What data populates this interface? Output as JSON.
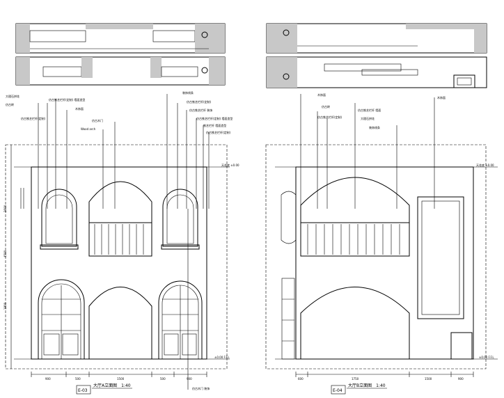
{
  "left_elevation": {
    "title": "大厅A立面图　1:40",
    "tag": "E-03",
    "level_top": "天花底 ±0.00",
    "level_bottom": "±0.00 F.F.L",
    "dims_bottom": [
      "900",
      "500",
      "1500",
      "500",
      "900"
    ],
    "dims_side": [
      "2600",
      "4500",
      "1800"
    ],
    "notes": [
      "大理石拼花",
      "仿古砖",
      "仿古铁艺栏杆(定制)",
      "仿古铁艺栏杆(定制) 墙面造型",
      "木饰面",
      "仿古木门",
      "Wood arch",
      "装饰线条",
      "仿古铁艺栏杆(定制)",
      "仿古铁艺栏杆 装饰",
      "仿古铁艺栏杆(定制) 墙面造型",
      "铁艺栏杆 墙面造型",
      "仿古铁艺栏杆(定制)",
      "仿古木门 装饰"
    ]
  },
  "right_elevation": {
    "title": "大厅B立面图　1:40",
    "tag": "E-04",
    "level_top": "天花底 ±0.00",
    "level_bottom": "±0.00 F.F.L",
    "dims_bottom": [
      "600",
      "1750",
      "1500",
      "900"
    ],
    "notes": [
      "木饰面",
      "仿古砖",
      "仿古铁艺栏杆(定制)",
      "仿古铁艺栏杆 墙面",
      "大理石拼花",
      "装饰线条",
      "木饰面"
    ]
  }
}
